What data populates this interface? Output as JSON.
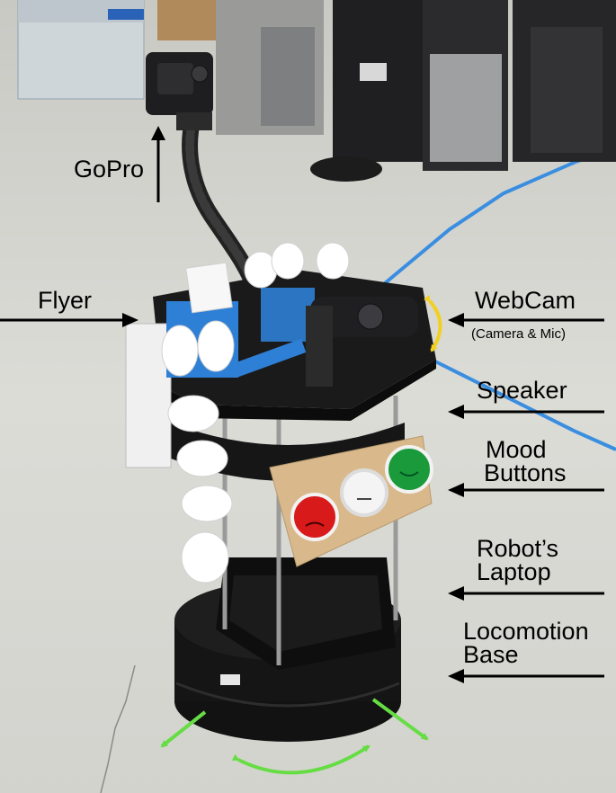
{
  "labels": {
    "gopro": "GoPro",
    "flyer": "Flyer",
    "webcam": "WebCam",
    "webcam_sub": "(Camera & Mic)",
    "speaker": "Speaker",
    "mood_line1": "Mood",
    "mood_line2": "Buttons",
    "laptop_line1": "Robot’s",
    "laptop_line2": "Laptop",
    "base_line1": "Locomotion",
    "base_line2": "Base"
  },
  "colors": {
    "annotation": "#000000",
    "motion_arrows": "#66dd44",
    "tilt_arrow": "#f2d022",
    "tape": "#2e7fd6",
    "floor_line": "#3a8ee0",
    "button_red": "#d81a1a",
    "button_white": "#f4f4f4",
    "button_green": "#1a9a3a"
  },
  "mood_faces": [
    "frowning",
    "neutral",
    "smiling"
  ]
}
